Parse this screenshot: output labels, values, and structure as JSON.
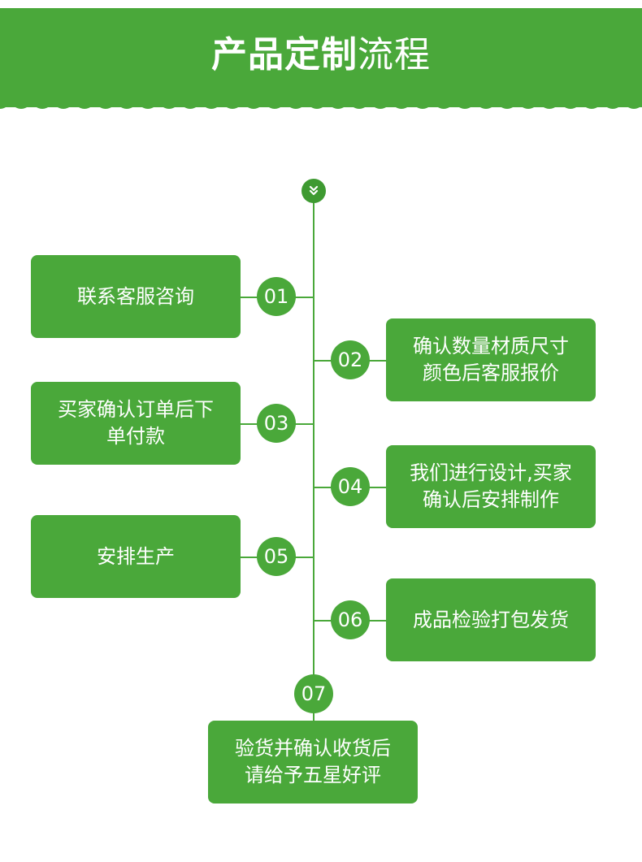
{
  "header": {
    "title_bold": "产品定制",
    "title_light": "流程"
  },
  "colors": {
    "primary": "#4aa83a",
    "dark": "#3e9a31",
    "text": "#ffffff"
  },
  "icons": {
    "start": "double-chevron-down-icon"
  },
  "steps": [
    {
      "num": "01",
      "lines": [
        "联系客服咨询"
      ]
    },
    {
      "num": "02",
      "lines": [
        "确认数量材质尺寸",
        "颜色后客服报价"
      ]
    },
    {
      "num": "03",
      "lines": [
        "买家确认订单后下",
        "单付款"
      ]
    },
    {
      "num": "04",
      "lines": [
        "我们进行设计,买家",
        "确认后安排制作"
      ]
    },
    {
      "num": "05",
      "lines": [
        "安排生产"
      ]
    },
    {
      "num": "06",
      "lines": [
        "成品检验打包发货"
      ]
    },
    {
      "num": "07",
      "lines": [
        "验货并确认收货后",
        "请给予五星好评"
      ]
    }
  ]
}
